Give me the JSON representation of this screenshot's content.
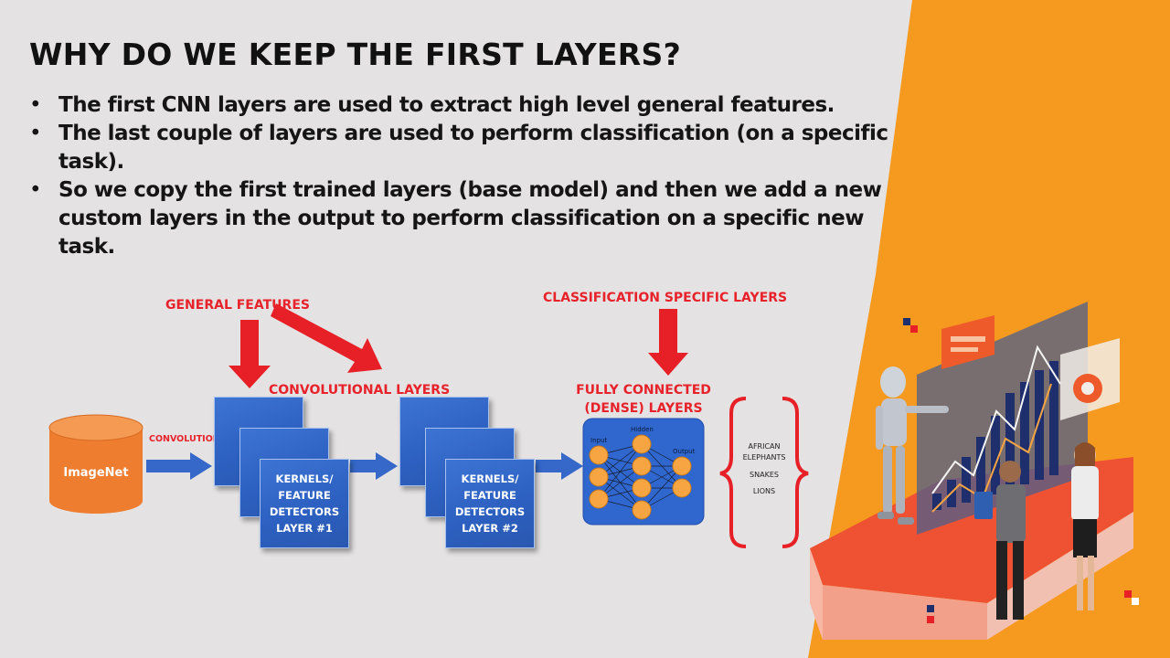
{
  "slide": {
    "title": "WHY DO WE KEEP THE FIRST LAYERS?",
    "bullets": [
      "The first CNN layers are used to extract high level general features.",
      "The last couple of layers are used to perform classification (on a specific task).",
      "So we copy the first trained layers (base model) and then we add a new custom layers in the output to perform classification on a specific new task."
    ]
  },
  "diagram": {
    "general_features_label": "GENERAL FEATURES",
    "classification_label": "CLASSIFICATION SPECIFIC LAYERS",
    "convolutional_layers_label": "CONVOLUTIONAL LAYERS",
    "fully_connected_label": "FULLY CONNECTED\n(DENSE) LAYERS",
    "convolution_label": "CONVOLUTION",
    "database_label": "ImageNet",
    "layer1_text": "KERNELS/\nFEATURE\nDETECTORS\nLAYER #1",
    "layer2_text": "KERNELS/\nFEATURE\nDETECTORS\nLAYER #2",
    "nn": {
      "input": "Input",
      "hidden": "Hidden",
      "output": "Output"
    },
    "outputs": [
      "AFRICAN",
      "ELEPHANTS",
      "SNAKES",
      "LIONS"
    ]
  },
  "colors": {
    "accent_red": "#e8222a",
    "layer_blue": "#2f63c4",
    "arrow_blue": "#3568c8",
    "database_orange": "#ef7d2f",
    "orange_panel": "#f59a1f",
    "background": "#e4e2e2"
  },
  "icons": [
    "database-icon",
    "neural-network-icon",
    "robot-illustration",
    "people-illustration",
    "dashboard-illustration"
  ]
}
